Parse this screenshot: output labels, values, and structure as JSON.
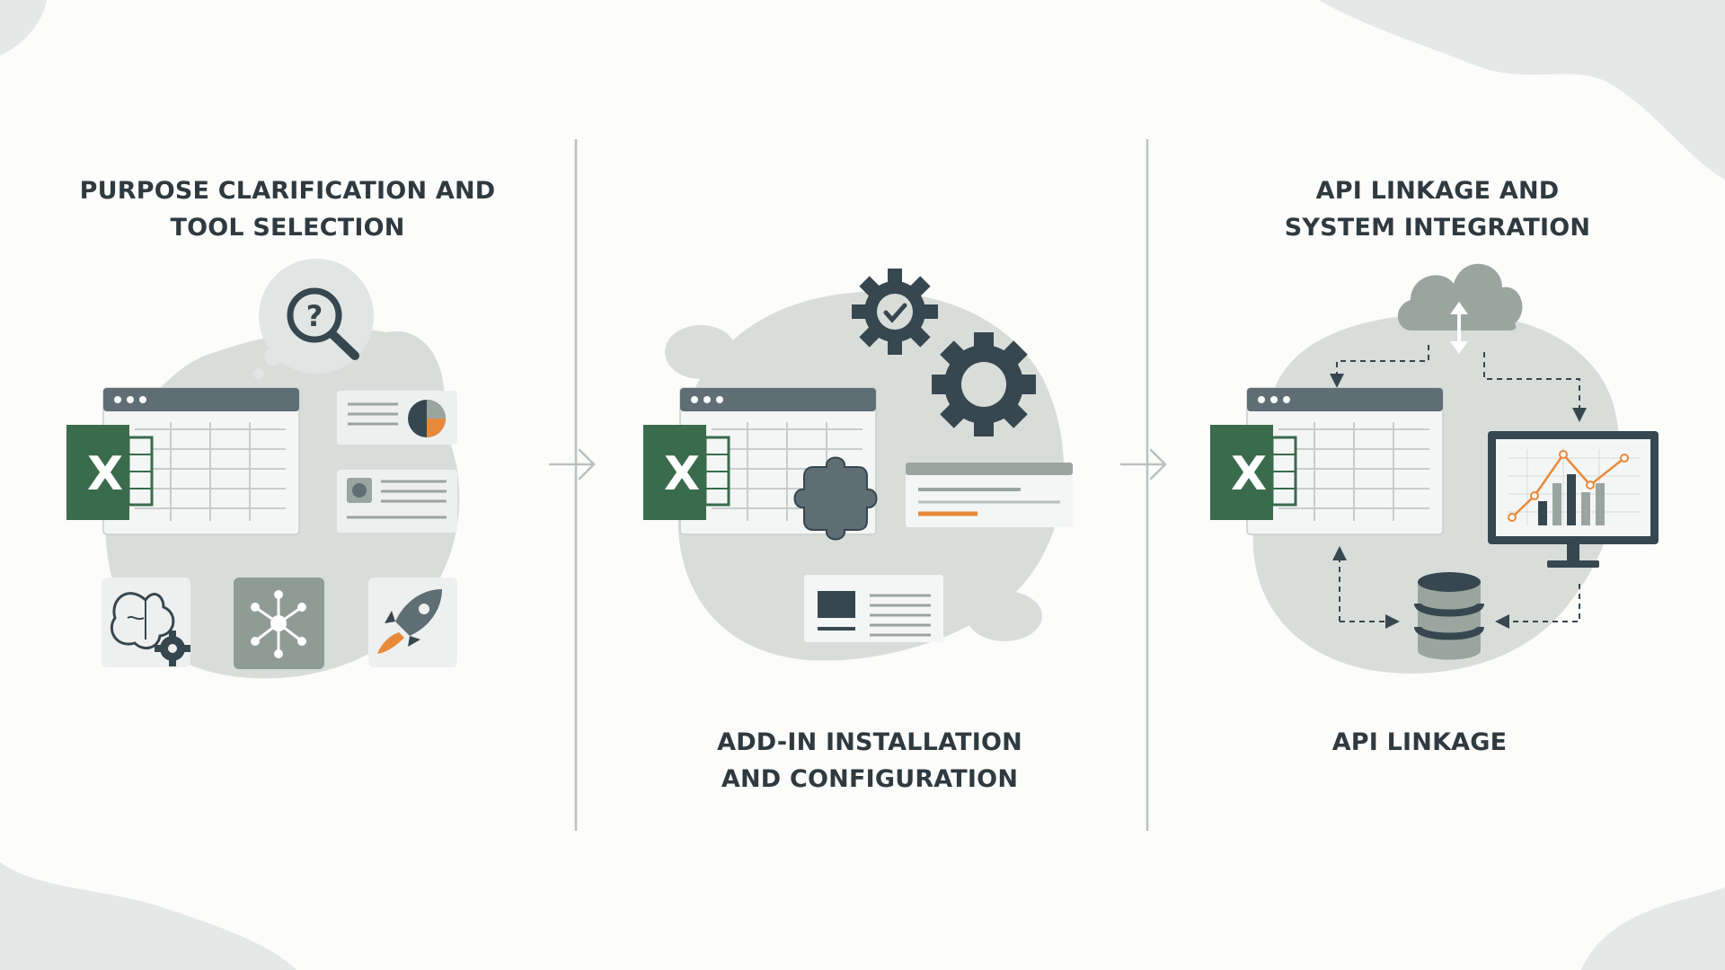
{
  "steps": [
    {
      "title_line1": "PURPOSE CLARIFICATION AND",
      "title_line2": "TOOL SELECTION"
    },
    {
      "title_line1": "ADD-IN INSTALLATION",
      "title_line2": "AND CONFIGURATION"
    },
    {
      "title_line1": "API LINKAGE AND",
      "title_line2": "SYSTEM INTEGRATION"
    },
    {
      "title_line1": "API LINKAGE"
    }
  ],
  "excel_letter": "X",
  "icons": {
    "step1": [
      "question-magnifier-icon",
      "spreadsheet-icon",
      "excel-icon",
      "pie-chart-card-icon",
      "image-text-card-icon",
      "brain-gear-icon",
      "network-hub-icon",
      "rocket-icon"
    ],
    "step2": [
      "gear-check-icon",
      "gear-icon",
      "spreadsheet-icon",
      "excel-icon",
      "puzzle-piece-icon",
      "settings-panel-icon",
      "document-card-icon"
    ],
    "step3": [
      "cloud-sync-icon",
      "spreadsheet-icon",
      "excel-icon",
      "monitor-chart-icon",
      "database-icon"
    ]
  },
  "colors": {
    "excel_green": "#3a6b4d",
    "accent_orange": "#e8893a",
    "blob": "#d8ddda",
    "dark_slate": "#37474f",
    "divider": "#b9c1bd"
  }
}
